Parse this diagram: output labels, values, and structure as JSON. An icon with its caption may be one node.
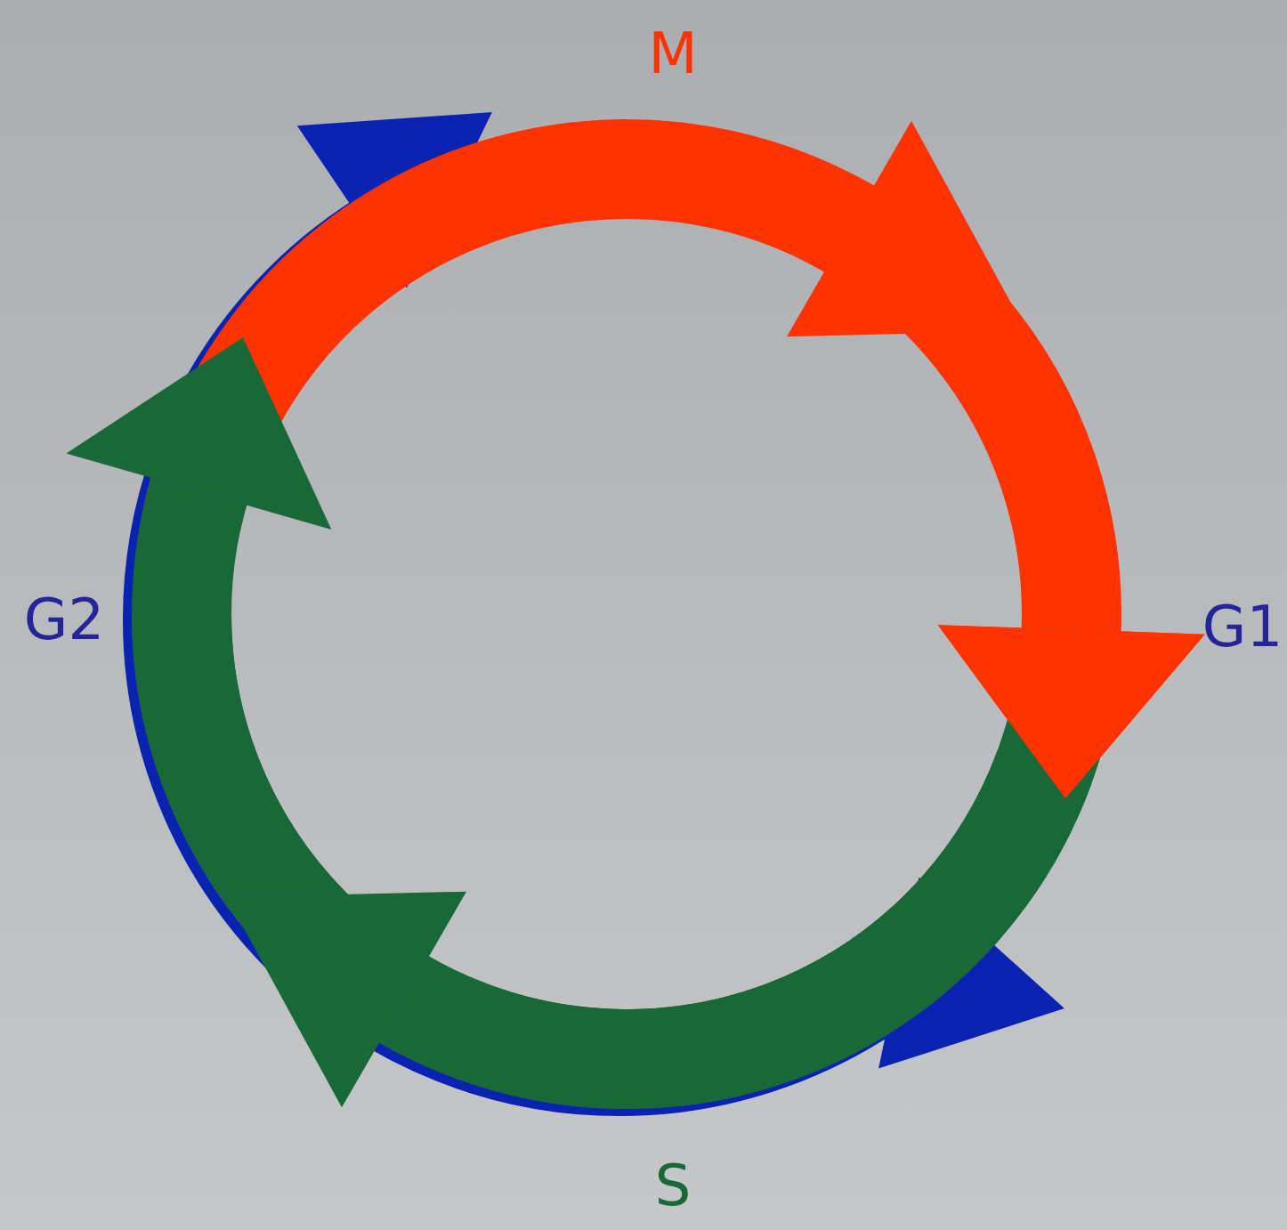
{
  "diagram": {
    "labels": [
      "M",
      "G2",
      "G1",
      "S"
    ]
  }
}
